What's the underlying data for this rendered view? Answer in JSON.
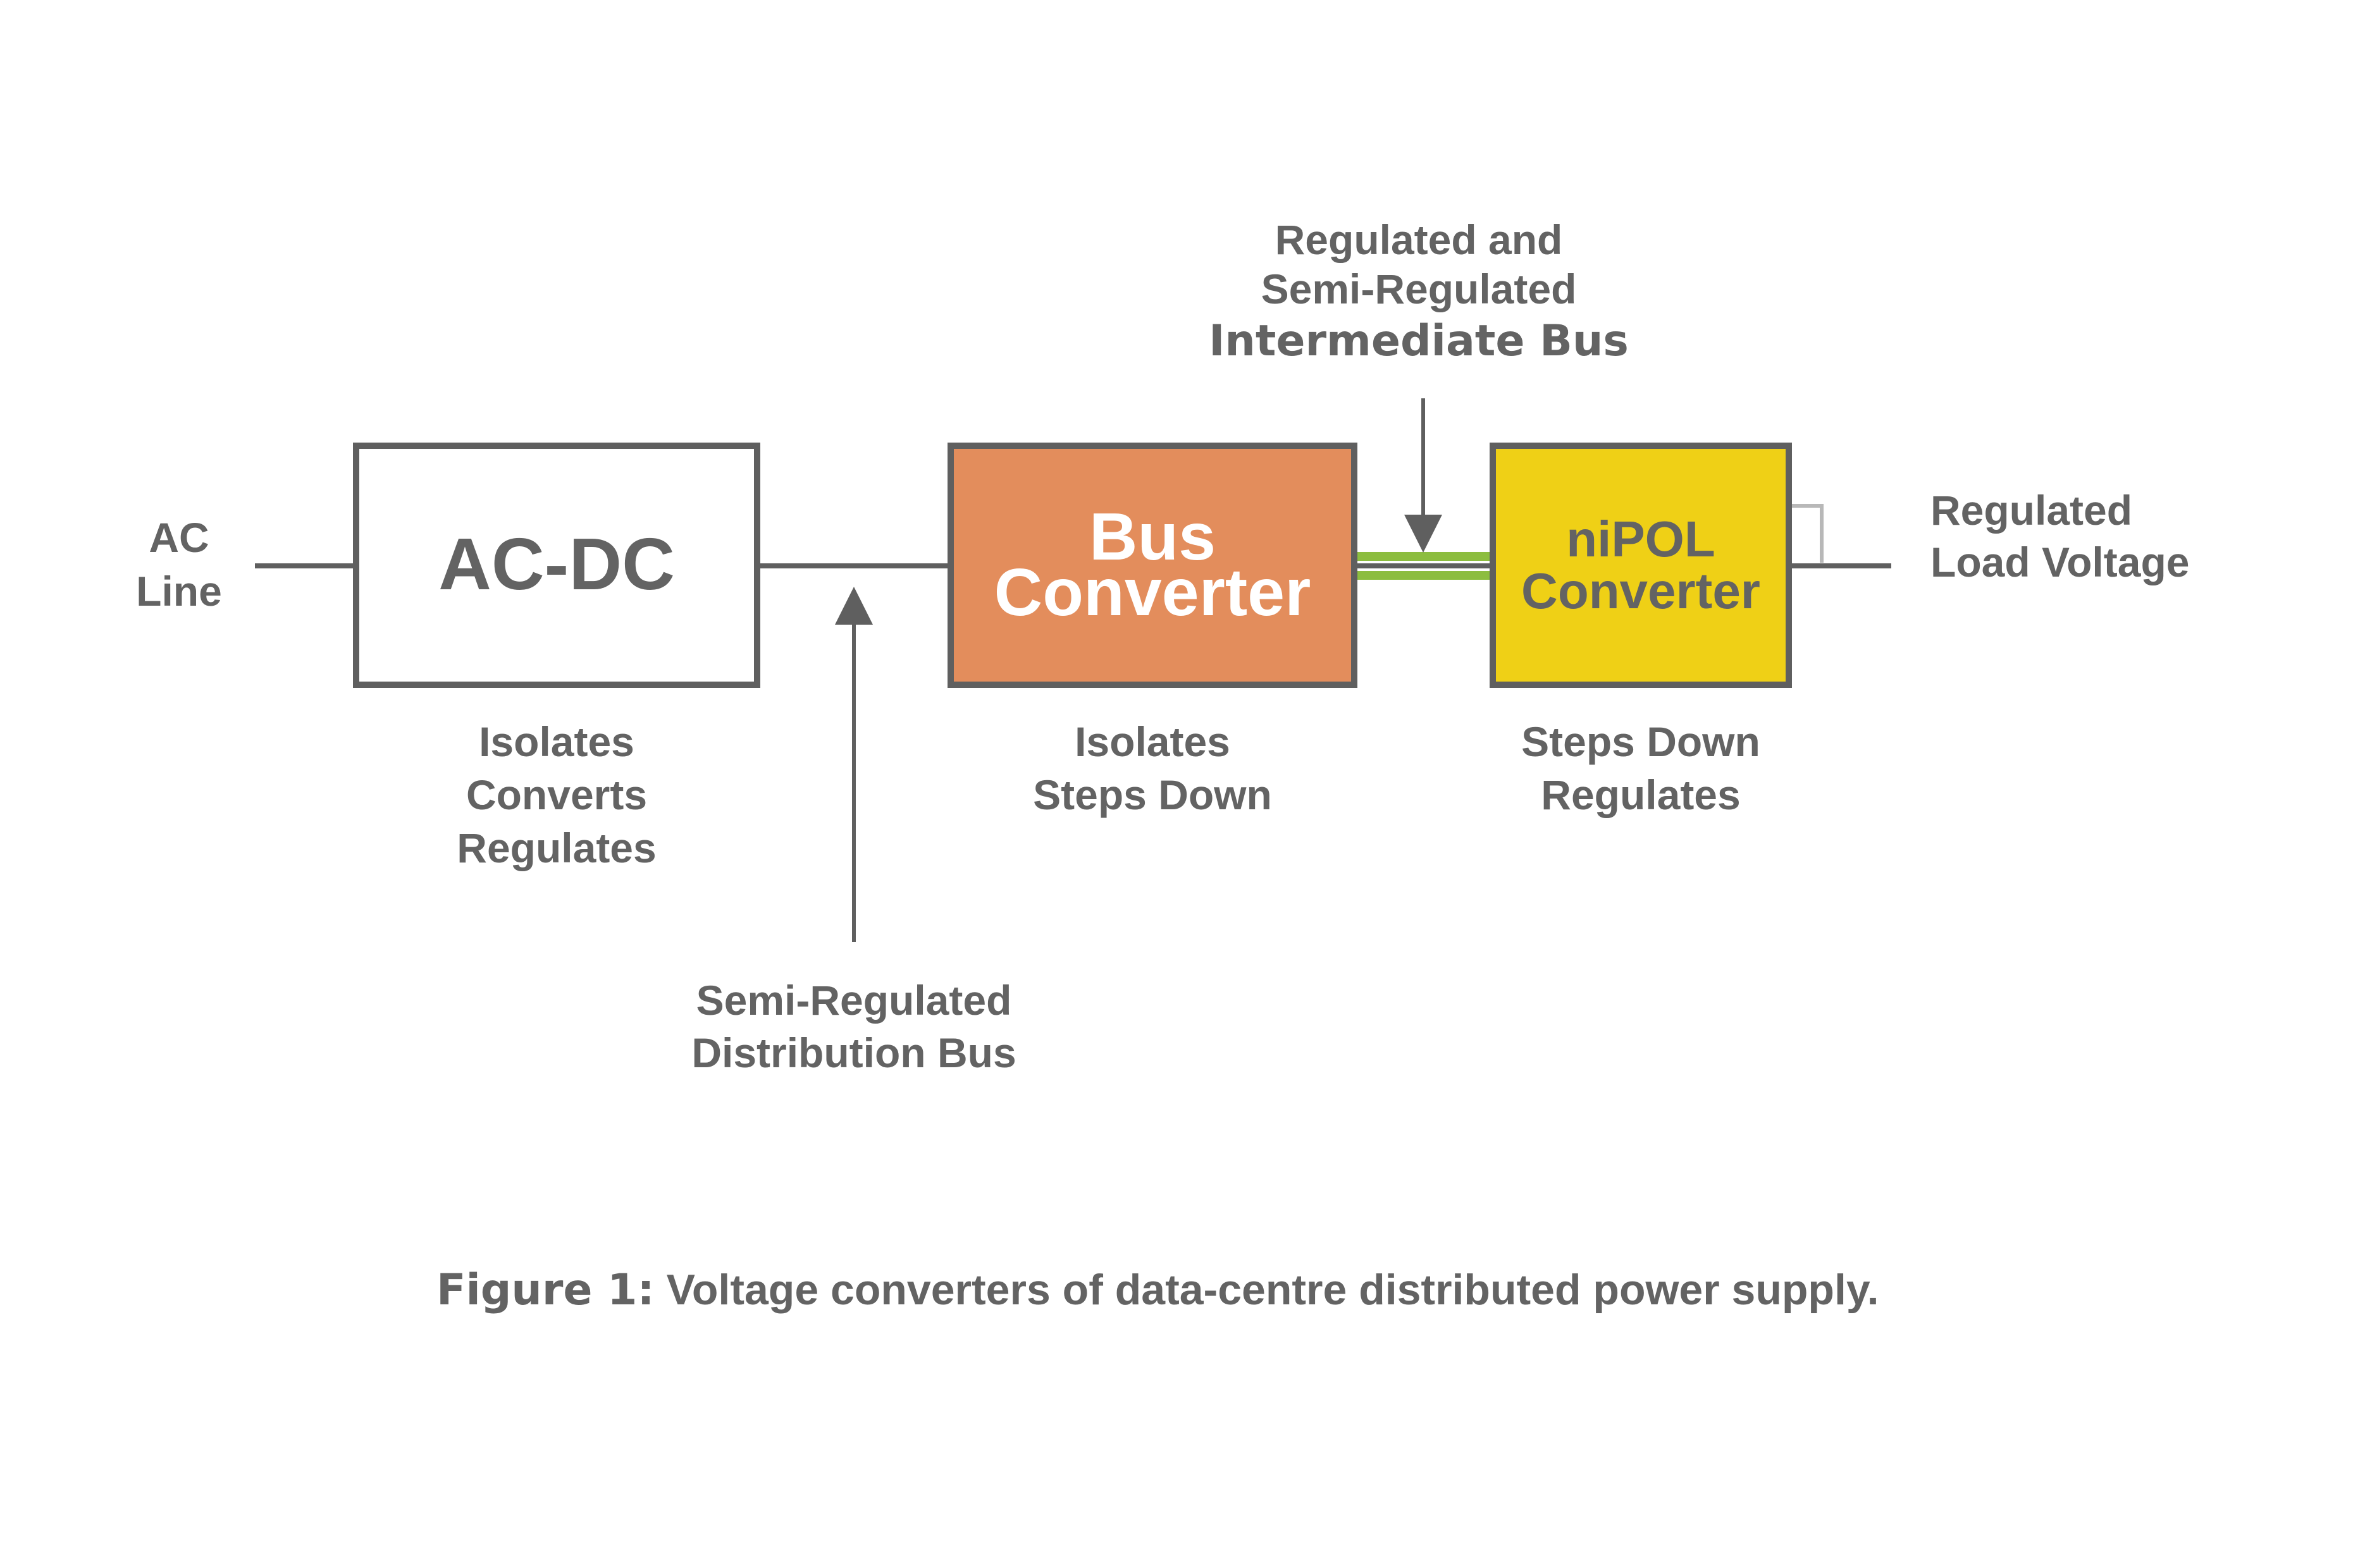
{
  "colors": {
    "text": "#636363",
    "line": "#5f5f5f",
    "acdc_fill": "#ffffff",
    "bus_fill": "#e38d5c",
    "nipol_fill": "#efd016",
    "intermediate_bus": "#8cbd3f",
    "bus_text": "#ffffff"
  },
  "input": {
    "line1": "AC",
    "line2": "Line"
  },
  "acdc": {
    "label": "AC-DC",
    "desc": [
      "Isolates",
      "Converts",
      "Regulates"
    ]
  },
  "distribution_bus": {
    "line1": "Semi-Regulated",
    "line2": "Distribution Bus"
  },
  "bus_converter": {
    "line1": "Bus",
    "line2": "Converter",
    "desc": [
      "Isolates",
      "Steps Down"
    ]
  },
  "intermediate_bus": {
    "line1": "Regulated and",
    "line2": "Semi-Regulated",
    "line3": "Intermediate Bus"
  },
  "nipol": {
    "line1": "niPOL",
    "line2": "Converter",
    "desc": [
      "Steps Down",
      "Regulates"
    ]
  },
  "output": {
    "line1": "Regulated",
    "line2": "Load Voltage"
  },
  "caption": {
    "bold": "Figure 1:",
    "text": " Voltage converters of data-centre distributed power supply."
  }
}
